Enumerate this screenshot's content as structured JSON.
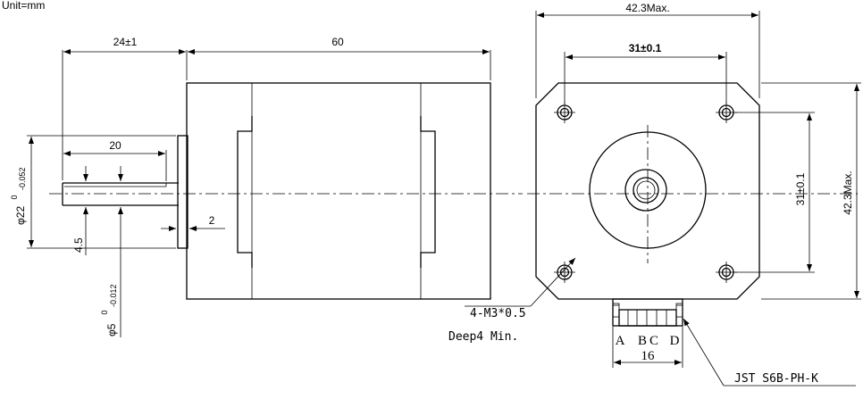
{
  "unit_label": "Unit=mm",
  "side_view": {
    "shaft_length": "24±1",
    "body_length": "60",
    "flat_length": "20",
    "flange_thickness": "2",
    "flat_depth": "4.5",
    "boss_diameter_main": "φ22",
    "boss_diameter_upper": "0",
    "boss_diameter_lower": "-0.052",
    "shaft_diameter_main": "φ5",
    "shaft_diameter_upper": "0",
    "shaft_diameter_lower": "-0.012"
  },
  "front_view": {
    "width": "42.3Max.",
    "height": "42.3Max.",
    "hole_spacing_h": "31±0.1",
    "hole_spacing_v": "31±0.1",
    "mount_holes": "4-M3*0.5",
    "mount_depth": "Deep4 Min.",
    "pins": [
      "A",
      "B",
      "C",
      "D"
    ],
    "connector_width": "16",
    "connector_model": "JST S6B-PH-K"
  }
}
